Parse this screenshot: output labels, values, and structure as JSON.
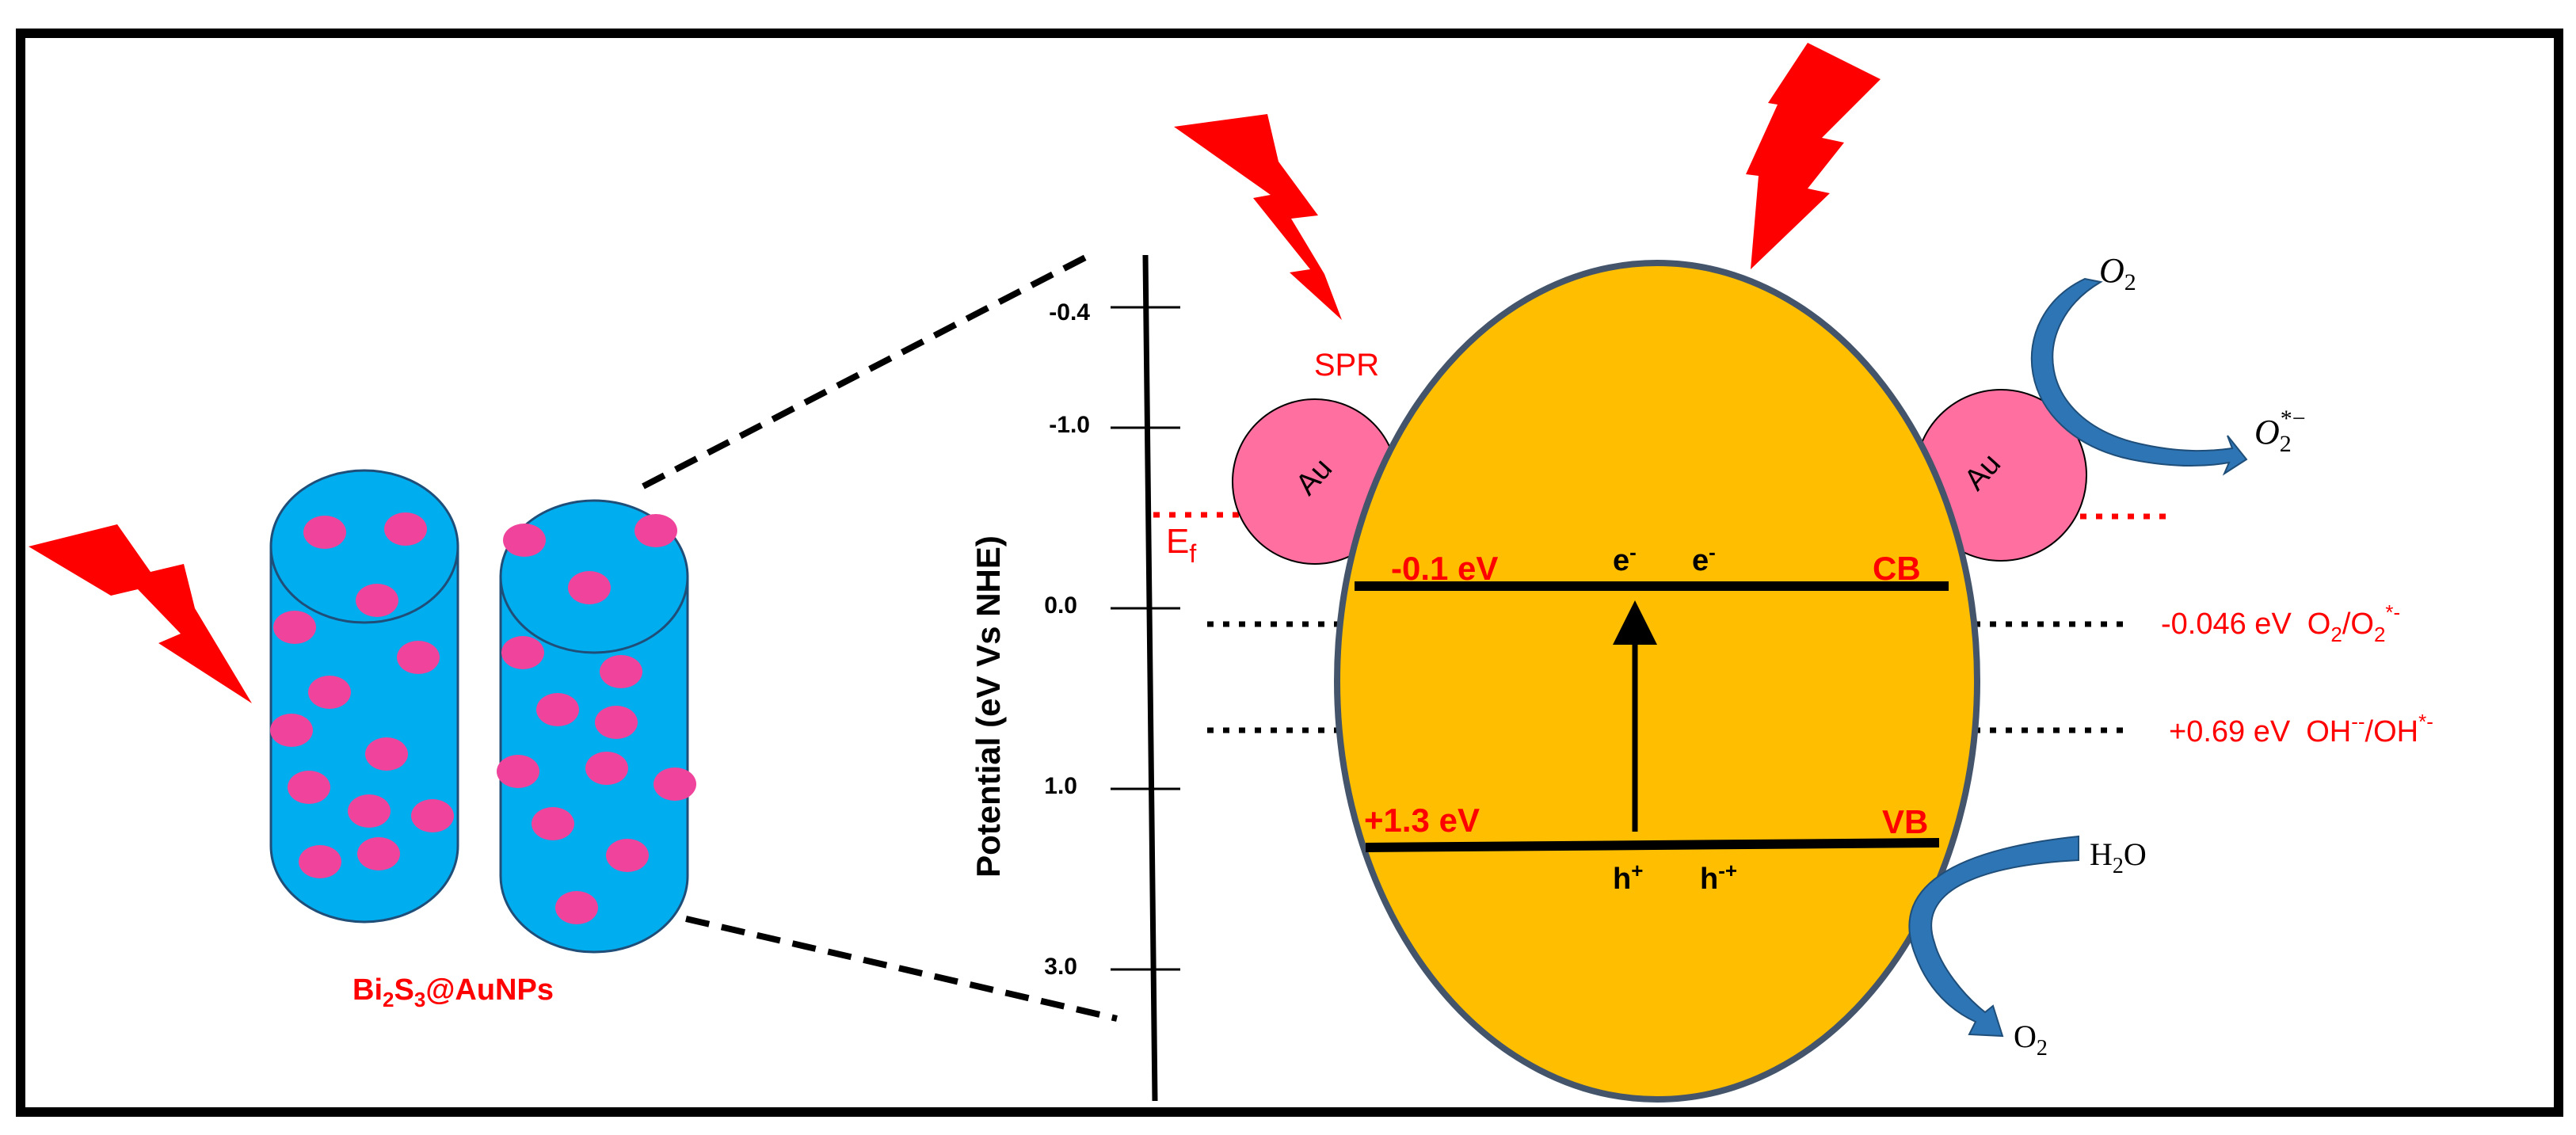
{
  "colors": {
    "red": "#ff0000",
    "pink": "#f0439b",
    "cylinder_blue": "#00aeef",
    "orange": "#ffbf00",
    "au_pink": "#ff6fa0",
    "arrow_blue": "#2e75b6",
    "ellipse_stroke": "#44546a",
    "black": "#000000"
  },
  "left": {
    "caption": {
      "p1": "Bi",
      "s1": "2",
      "p2": "S",
      "s2": "3",
      "p3": "@AuNPs"
    }
  },
  "axis": {
    "label": "Potential (eV Vs NHE)",
    "ticks": [
      "-0.4",
      "-1.0",
      "0.0",
      "1.0",
      "3.0"
    ]
  },
  "labels": {
    "spr": "SPR",
    "au_left": "Au",
    "au_right": "Au",
    "ef_main": "E",
    "ef_sub": "f",
    "cb_value": "-0.1 eV",
    "cb": "CB",
    "vb_value": "+1.3 eV",
    "vb": "VB",
    "electron_base": "e",
    "electron_sup": "-",
    "hole_base": "h",
    "hole1_sup": "+",
    "hole2_sup": "-+"
  },
  "redox": {
    "o2_value": "-0.046 eV",
    "o2_pair_a": "O",
    "o2_pair_sub1": "2",
    "o2_pair_b": "/O",
    "o2_pair_sub2": "2",
    "o2_pair_sup": "*-",
    "oh_value": "+0.69 eV",
    "oh_pair_a": "OH",
    "oh_pair_sup1": "--",
    "oh_pair_b": "/OH",
    "oh_pair_sup2": "*-"
  },
  "species": {
    "o2_top": {
      "base": "O",
      "sub": "2"
    },
    "o2_rad": {
      "base": "O",
      "sub": "2",
      "sup": "*−"
    },
    "h2o": {
      "a": "H",
      "sub": "2",
      "b": "O"
    },
    "o2_bottom": {
      "base": "O",
      "sub": "2"
    }
  }
}
